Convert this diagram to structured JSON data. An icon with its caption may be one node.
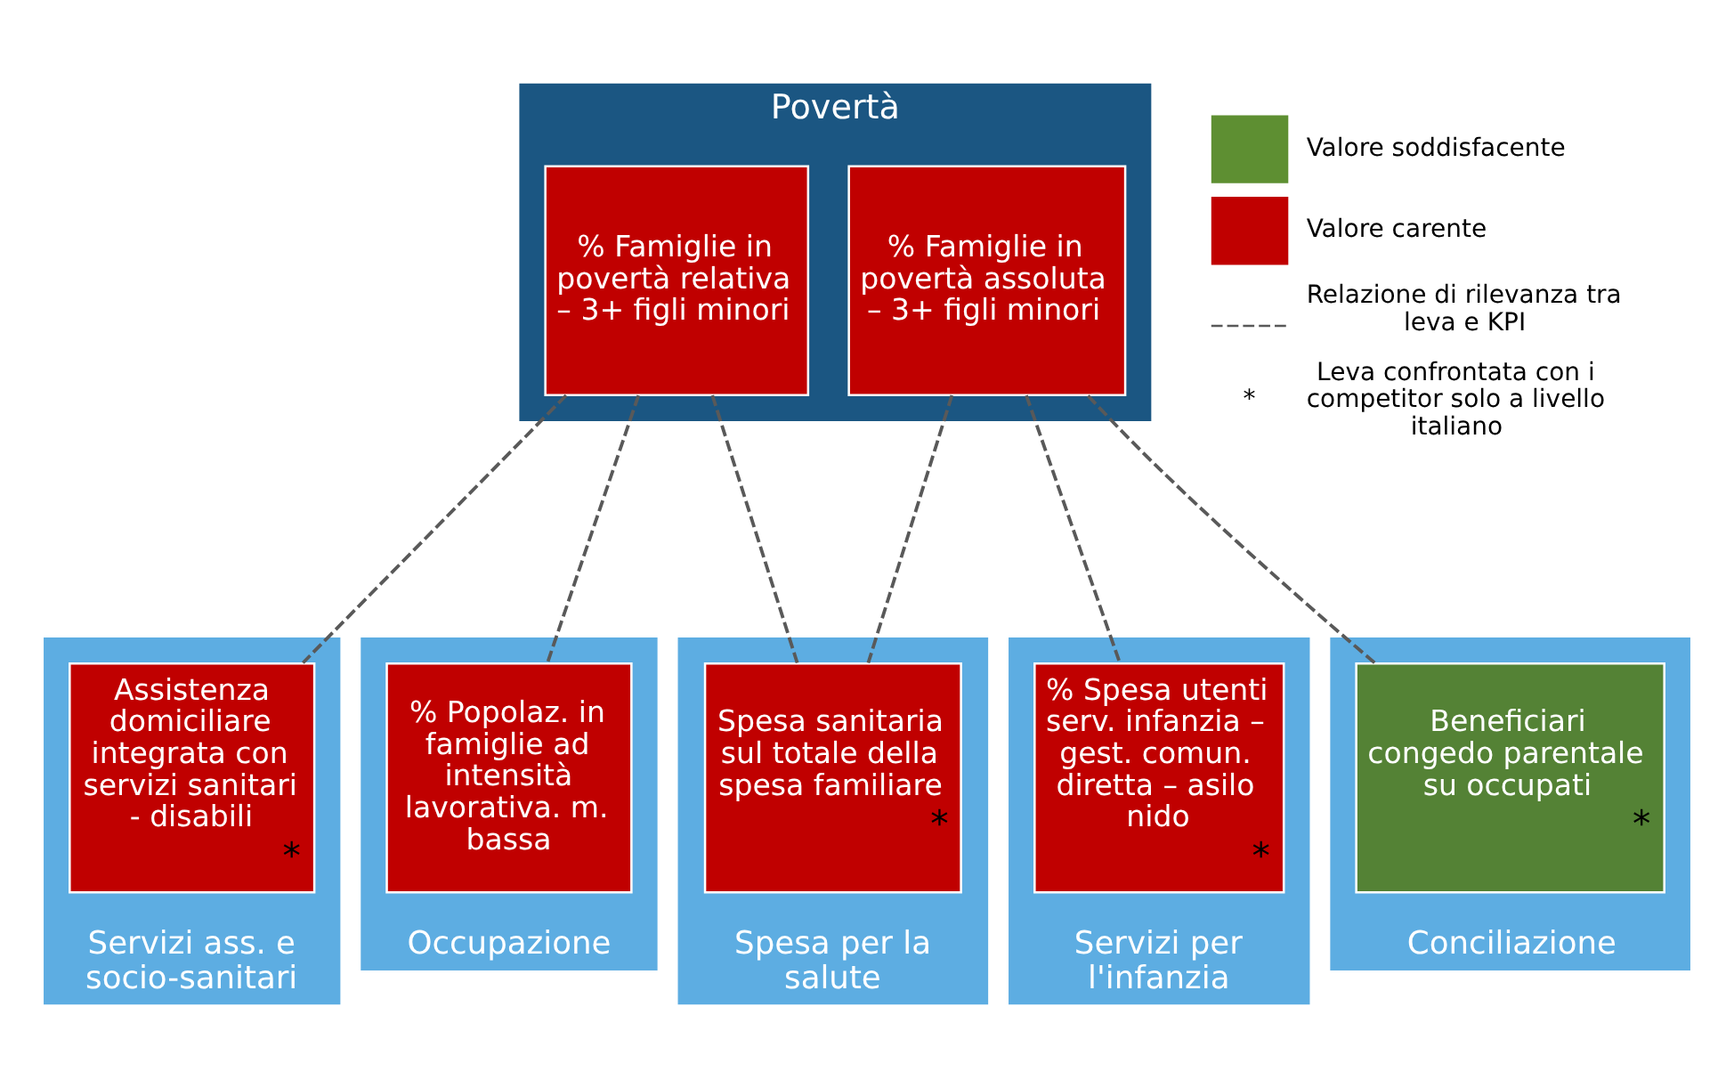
{
  "diagram": {
    "nodes": [
      {
        "text": [
          "Povertà"
        ]
      },
      {
        "text": [
          "% Famiglie in povertà relativa – 3+ figli minori"
        ],
        "in": 0
      },
      {
        "text": [
          "% Famiglie in povertà assoluta – 3+ figli minori"
        ],
        "in": 0
      },
      {
        "text": [
          "Servizi ass. e socio-sanitari"
        ]
      },
      {
        "text": [
          "Assistenza domiciliare integrata con servizi sanitari - disabili",
          "*"
        ],
        "in": 3
      },
      {
        "text": [
          "Occupazione"
        ]
      },
      {
        "text": [
          "% Popolaz. in famiglie ad intensità lavorativa. m. bassa"
        ],
        "in": 5
      },
      {
        "text": [
          "Spesa per la salute"
        ]
      },
      {
        "text": [
          "Spesa sanitaria sul totale della spesa familiare",
          "*"
        ],
        "in": 7
      },
      {
        "text": [
          "Servizi per l'infanzia"
        ]
      },
      {
        "text": [
          "% Spesa utenti serv. infanzia – gest. comun. diretta – asilo nido",
          "*"
        ],
        "in": 9
      },
      {
        "text": [
          "Conciliazione"
        ]
      },
      {
        "text": [
          "Beneficiari congedo parentale su occupati",
          "*"
        ],
        "in": 11
      }
    ],
    "edges": [
      {
        "from": 1,
        "to": 4,
        "arrow": "none",
        "style": "dashed"
      },
      {
        "from": 1,
        "to": 6,
        "arrow": "none",
        "style": "dashed"
      },
      {
        "from": 1,
        "to": 8,
        "arrow": "none",
        "style": "dashed"
      },
      {
        "from": 2,
        "to": 8,
        "arrow": "none",
        "style": "dashed"
      },
      {
        "from": 2,
        "to": 10,
        "arrow": "none",
        "style": "dashed"
      },
      {
        "from": 2,
        "to": 12,
        "arrow": "none",
        "style": "dashed"
      }
    ],
    "labels": [
      "*"
    ],
    "legend": [
      {
        "text": "Valore soddisfacente",
        "color": "#5e8f32"
      },
      {
        "text": "Valore carente",
        "color": "#c00000"
      },
      {
        "text": "Relazione di rilevanza tra leva e KPI"
      },
      {
        "text": "Leva confrontata con i competitor solo a livello italiano"
      }
    ]
  }
}
